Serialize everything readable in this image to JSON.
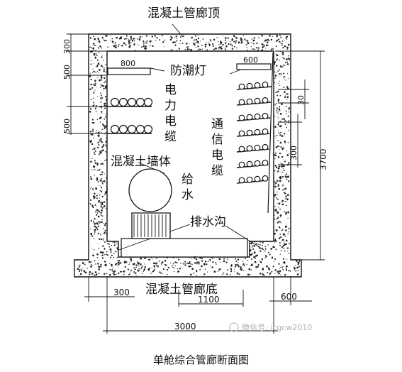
{
  "diagram": {
    "caption": "单舱综合管廊断面图",
    "labels": {
      "roof": "混凝土管廊顶",
      "floor": "混凝土管廊底",
      "wall": "混凝土墙体",
      "moisture_lamp": "防潮灯",
      "power_cable": "电力电缆",
      "comm_cable": "通信电缆",
      "water_supply": "给水",
      "drain_ditch": "排水沟"
    },
    "dimensions": {
      "roof_thickness": "300",
      "top_clearance": "500",
      "tray_width_left": "800",
      "tray_spacing_left": "500",
      "tray_width_right": "600",
      "tray_spacing_right": "300",
      "tray_spacing_right_small": "30",
      "interior_height": "3700",
      "ditch_width": "1100",
      "base_overhang_left": "300",
      "base_overhang_right": "600",
      "total_width": "3000"
    },
    "watermark": "微信号: jcgcw2010",
    "colors": {
      "line": "#111111",
      "fill": "#ffffff",
      "speckle": "#222222"
    }
  }
}
